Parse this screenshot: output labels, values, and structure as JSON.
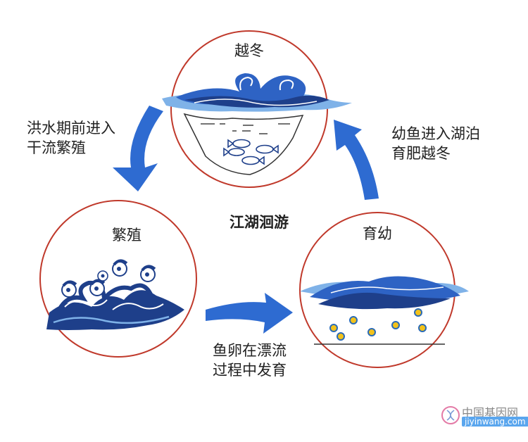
{
  "colors": {
    "circle": "#c0392b",
    "wave_dark": "#1e3f8a",
    "wave_mid": "#2e63c4",
    "wave_light": "#7fb2e8",
    "arrow": "#2e6bd1",
    "egg_fill": "#f2c21b",
    "egg_ring": "#2a6bb8"
  },
  "stages": {
    "top": {
      "title": "越冬",
      "icon": "overwintering-lake-icon"
    },
    "left": {
      "title": "繁殖",
      "icon": "spawning-waves-icon"
    },
    "right": {
      "title": "育幼",
      "icon": "nursery-water-icon"
    }
  },
  "center": {
    "title": "江湖洄游"
  },
  "transitions": {
    "top_to_left": {
      "line1": "洪水期前进入",
      "line2": "干流繁殖"
    },
    "left_to_right": {
      "line1": "鱼卵在漂流",
      "line2": "过程中发育"
    },
    "right_to_top": {
      "line1": "幼鱼进入湖泊",
      "line2": "育肥越冬"
    }
  },
  "watermark": {
    "name": "中国基因网",
    "url": "jiyinwang.com",
    "icon": "dna-logo-icon"
  }
}
